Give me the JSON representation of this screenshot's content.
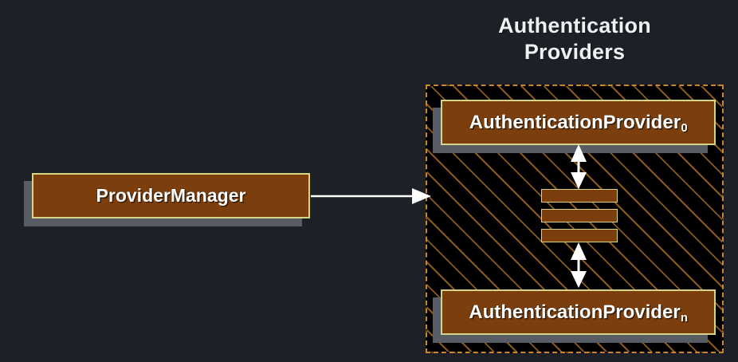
{
  "diagram": {
    "background_color": "#1d2027",
    "title": {
      "line1": "Authentication",
      "line2": "Providers"
    },
    "nodes": {
      "provider_manager": {
        "label": "ProviderManager",
        "fill_color": "#7b3e0c",
        "border_color": "#d5d585",
        "text_color": "#ffffff",
        "shadow_color": "#585c64"
      },
      "provider_first": {
        "label": "AuthenticationProvider",
        "subscript": "0",
        "fill_color": "#7b3e0c",
        "border_color": "#d5d585",
        "text_color": "#ffffff",
        "shadow_color": "#585c64"
      },
      "provider_last": {
        "label": "AuthenticationProvider",
        "subscript": "n",
        "fill_color": "#7b3e0c",
        "border_color": "#d5d585",
        "text_color": "#ffffff",
        "shadow_color": "#585c64"
      }
    },
    "container": {
      "border_style": "dashed",
      "border_color": "#c8862f",
      "background_color": "#000000",
      "hatch_color": "#8a5a1c"
    },
    "ellipsis": {
      "bar_count": 3,
      "fill_color": "#7b3e0c",
      "border_color": "#d5d585"
    },
    "connectors": {
      "manager_to_providers": {
        "style": "single-arrow-right",
        "color": "#ffffff"
      },
      "provider_first_to_ellipsis": {
        "style": "double-arrow-vertical",
        "color": "#ffffff"
      },
      "ellipsis_to_provider_last": {
        "style": "double-arrow-vertical",
        "color": "#ffffff"
      }
    }
  }
}
